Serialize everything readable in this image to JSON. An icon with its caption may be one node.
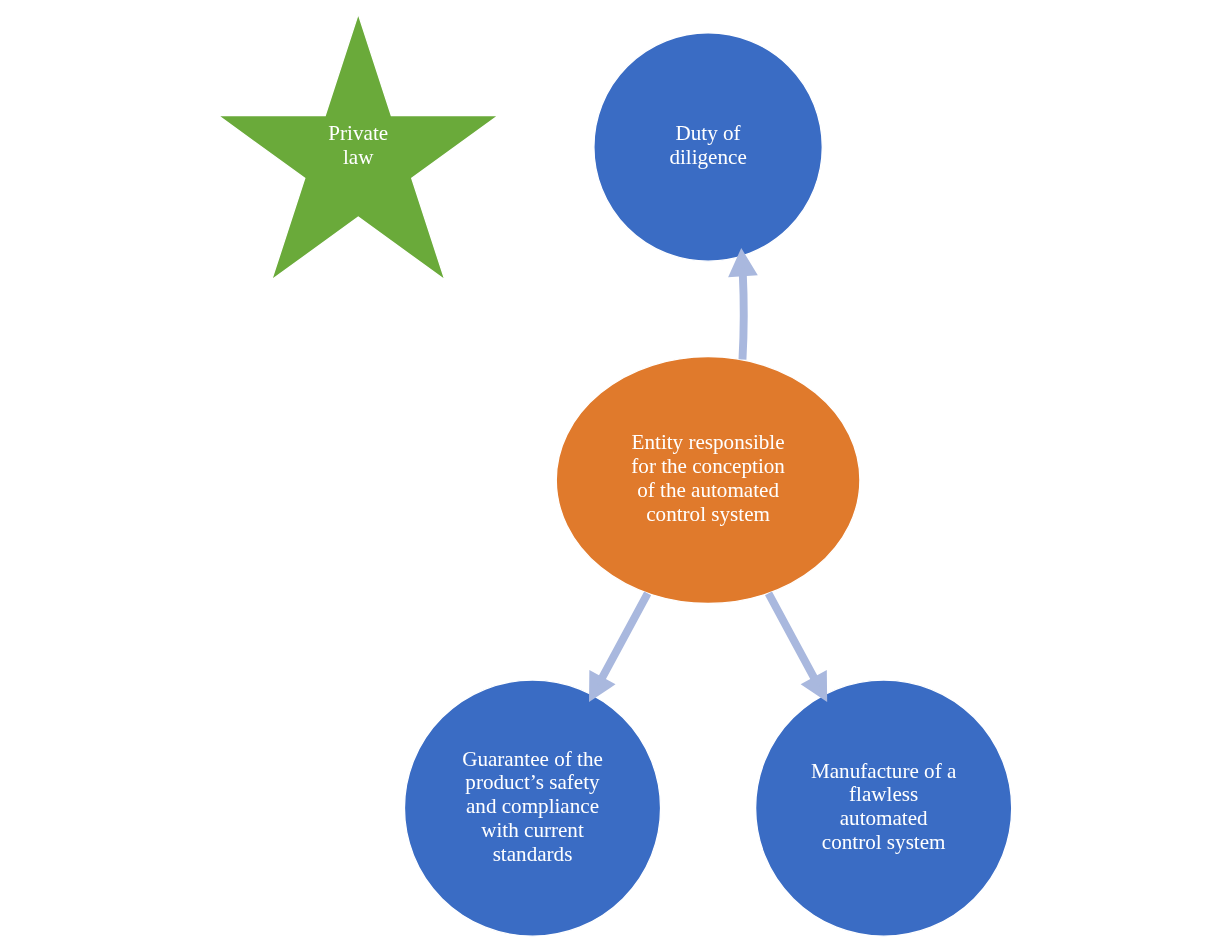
{
  "diagram": {
    "nodes": [
      {
        "text": [
          "Private law"
        ]
      },
      {
        "text": [
          "Duty of diligence"
        ]
      },
      {
        "text": [
          "Entity responsible for the conception of the automated control system"
        ]
      },
      {
        "text": [
          "Guarantee of the product’s safety and compliance with current standards"
        ]
      },
      {
        "text": [
          "Manufacture of a flawless automated control system"
        ]
      }
    ],
    "edges": [
      {
        "from": 2,
        "to": 1,
        "arrow": "to"
      },
      {
        "from": 2,
        "to": 3,
        "arrow": "to"
      },
      {
        "from": 2,
        "to": 4,
        "arrow": "to"
      }
    ]
  }
}
